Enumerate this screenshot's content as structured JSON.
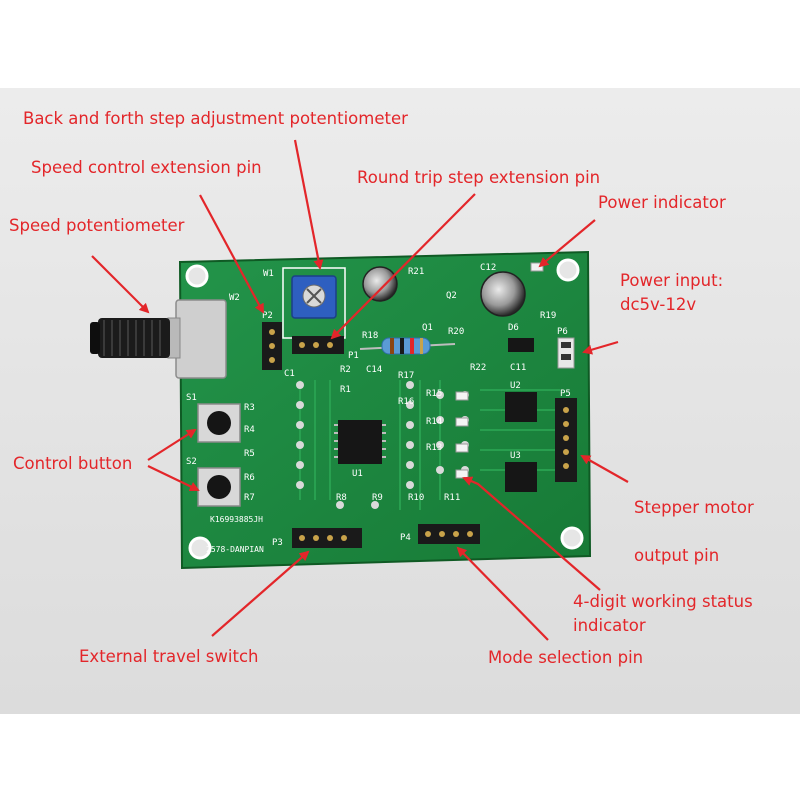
{
  "labels": {
    "back_forth_pot": "Back and forth step adjustment potentiometer",
    "speed_ext_pin": "Speed control extension pin",
    "round_trip_pin": "Round trip step extension pin",
    "power_indicator": "Power indicator",
    "speed_pot": "Speed potentiometer",
    "power_input_1": "Power input:",
    "power_input_2": "dc5v-12v",
    "control_button": "Control button",
    "stepper_motor": "Stepper motor",
    "output_pin": "output pin",
    "status_indicator_1": "4-digit working status",
    "status_indicator_2": "indicator",
    "travel_switch": "External travel switch",
    "mode_pin": "Mode selection pin"
  },
  "silkscreen": {
    "w1": "W1",
    "w2": "W2",
    "p1": "P1",
    "p2": "P2",
    "p3": "P3",
    "p4": "P4",
    "p5": "P5",
    "p6": "P6",
    "s1": "S1",
    "s2": "S2",
    "u1": "U1",
    "u2": "U2",
    "u3": "U3",
    "c1": "C1",
    "c12": "C12",
    "c11": "C11",
    "c14": "C14",
    "q1": "Q1",
    "q2": "Q2",
    "d6": "D6",
    "r18": "R18",
    "r19": "R19",
    "r20": "R20",
    "r21": "R21",
    "r22": "R22",
    "r1": "R1",
    "r2": "R2",
    "r3": "R3",
    "r4": "R4",
    "r5": "R5",
    "r6": "R6",
    "r7": "R7",
    "r8": "R8",
    "r9": "R9",
    "r10": "R10",
    "r11": "R11",
    "r13": "R13",
    "r14": "R14",
    "r15": "R15",
    "r16": "R16",
    "r17": "R17",
    "serial": "K16993885JH",
    "maker": "2578-DANPIAN"
  },
  "colors": {
    "label": "#e3262a",
    "pcb": "#1f8a3c",
    "pcb_dark": "#156b2c"
  }
}
